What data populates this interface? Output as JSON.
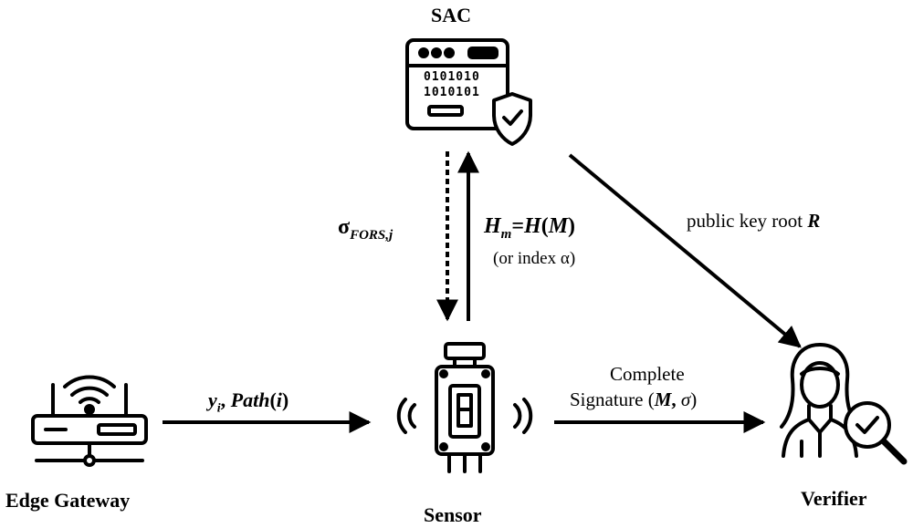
{
  "nodes": {
    "sac": {
      "label": "SAC",
      "icon": "code-window-shield-icon"
    },
    "edge_gateway": {
      "label": "Edge Gateway",
      "icon": "wifi-router-icon"
    },
    "sensor": {
      "label": "Sensor",
      "icon": "sensor-device-icon"
    },
    "verifier": {
      "label": "Verifier",
      "icon": "person-magnifier-check-icon"
    }
  },
  "edges": {
    "sac_to_sensor": {
      "sigma": "σ",
      "sub": "FORS,j",
      "style": "dashed"
    },
    "sensor_to_sac": {
      "h": "H",
      "h_sub": "m",
      "eq": "=",
      "hm_fn": "H",
      "open": "(",
      "m": "M",
      "close": ")",
      "note": "(or index α)"
    },
    "sac_to_verifier": {
      "text": "public key root ",
      "var": "R"
    },
    "gateway_to_sensor": {
      "y": "y",
      "y_sub": "i",
      "sep": ", ",
      "path": "Path",
      "open": "(",
      "i": "i",
      "close": ")"
    },
    "sensor_to_verifier": {
      "line1": "Complete",
      "line2_pre": "Signature (",
      "m": "M",
      "comma": ", ",
      "sigma": "σ",
      "close": ")"
    }
  },
  "icons": {
    "binary_rows": [
      "0101010",
      "1010101"
    ]
  },
  "colors": {
    "ink": "#000000",
    "background": "#ffffff"
  }
}
